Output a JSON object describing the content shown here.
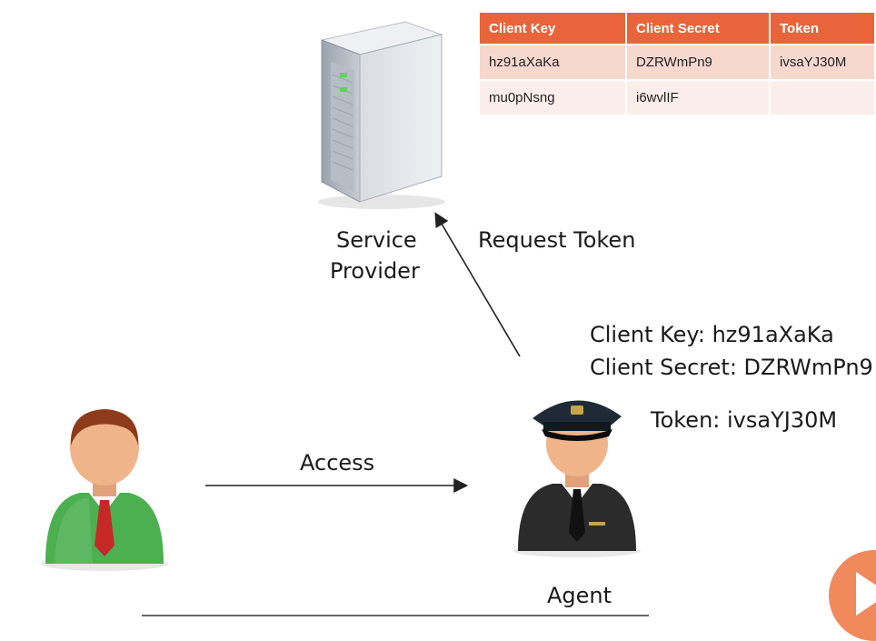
{
  "table": {
    "headers": [
      "Client Key",
      "Client Secret",
      "Token"
    ],
    "rows": [
      [
        "hz91aXaKa",
        "DZRWmPn9",
        "ivsaYJ30M"
      ],
      [
        "mu0pNsng",
        "i6wvlIF",
        ""
      ]
    ]
  },
  "labels": {
    "service_provider_line1": "Service",
    "service_provider_line2": "Provider",
    "request_token": "Request Token",
    "client_key": "Client Key: hz91aXaKa",
    "client_secret": "Client Secret: DZRWmPn9",
    "token": "Token: ivsaYJ30M",
    "access": "Access",
    "agent": "Agent"
  },
  "colors": {
    "table_header": "#e9643a",
    "row_odd": "#f7d8cf",
    "row_even": "#fbeeea",
    "accent": "#f08a5d"
  },
  "icons": {
    "server": "server-icon",
    "user": "user-icon",
    "agent": "agent-icon",
    "play": "play-icon"
  }
}
